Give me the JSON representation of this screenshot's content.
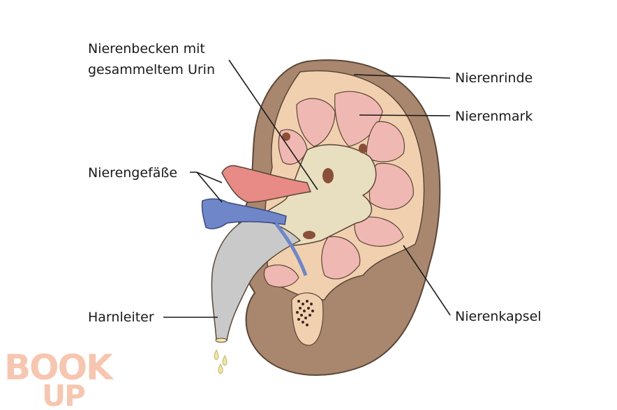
{
  "labels": {
    "pelvis_line1": "Nierenbecken mit",
    "pelvis_line2": "gesammeltem Urin",
    "cortex": "Nierenrinde",
    "medulla": "Nierenmark",
    "vessels": "Nierengefäße",
    "ureter": "Harnleiter",
    "capsule": "Nierenkapsel"
  },
  "logo": {
    "line1": "BOOK",
    "line2": "UP"
  },
  "colors": {
    "capsule": "#a9876f",
    "cortex": "#f1d0b0",
    "medulla": "#f0b8b2",
    "pelvis": "#e8dfc0",
    "ureter": "#c9c9c9",
    "artery": "#e88a86",
    "vein": "#6f86c8",
    "logo": "#f6c0a8"
  }
}
